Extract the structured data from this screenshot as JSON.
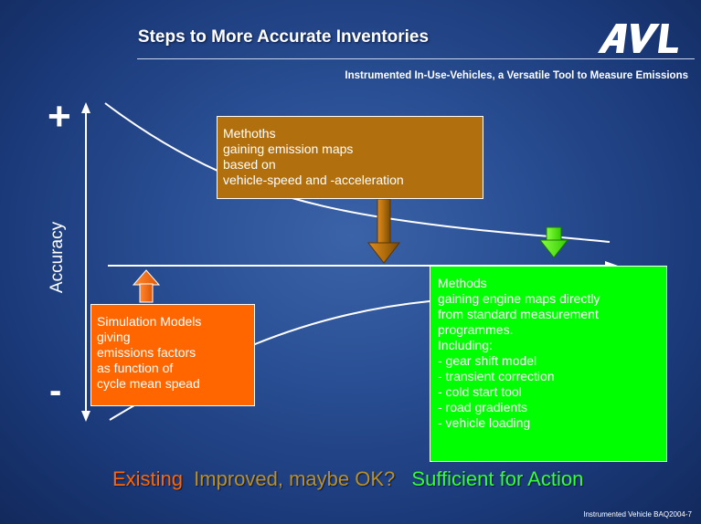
{
  "slide": {
    "title": "Steps to More Accurate Inventories",
    "logo_text": "AVL",
    "subtitle": "Instrumented In-Use-Vehicles, a Versatile Tool to Measure Emissions",
    "footer": "Instrumented Vehicle BAQ2004-7"
  },
  "axis": {
    "plus": "+",
    "minus": "-",
    "label": "Accuracy"
  },
  "boxes": {
    "methods_brown": {
      "lines": [
        "Methoths",
        "gaining emission maps",
        "based on",
        "vehicle-speed and -acceleration"
      ],
      "color": "#b26f0d"
    },
    "simulation_orange": {
      "lines": [
        "Simulation Models",
        "giving",
        "emissions factors",
        "as function of",
        "cycle mean spead"
      ],
      "color": "#ff6600"
    },
    "methods_green": {
      "lines": [
        "Methods",
        "gaining engine maps directly",
        "from standard measurement",
        "programmes.",
        "Including:",
        "- gear shift model",
        "- transient correction",
        "- cold start tool",
        "- road gradients",
        "- vehicle loading"
      ],
      "color": "#00ff00"
    }
  },
  "bottom": {
    "existing": "Existing",
    "improved": "Improved, maybe OK?",
    "sufficient": "Sufficient for Action"
  },
  "colors": {
    "background": "#2a4f94",
    "existing": "#ff6600",
    "improved": "#b8902a",
    "sufficient": "#33ff33"
  }
}
